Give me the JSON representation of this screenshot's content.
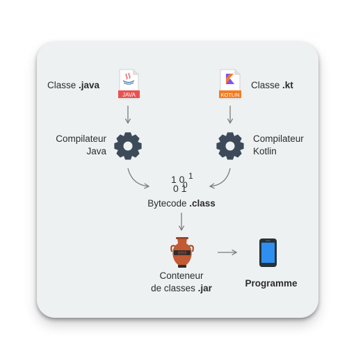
{
  "java_class": {
    "prefix": "Classe ",
    "ext": ".java",
    "icon": "java-file-icon",
    "badge": "JAVA"
  },
  "kotlin_class": {
    "prefix": "Classe ",
    "ext": ".kt",
    "icon": "kotlin-file-icon",
    "badge": "KOTLIN"
  },
  "java_compiler": {
    "line1": "Compilateur",
    "line2": "Java",
    "icon": "gear-icon"
  },
  "kotlin_compiler": {
    "line1": "Compilateur",
    "line2": "Kotlin",
    "icon": "gear-icon"
  },
  "bytecode": {
    "bits_top": "1 0",
    "bits_top_sup": "1",
    "bits_bottom": "0 1",
    "bits_bottom_sup": "0",
    "prefix": "Bytecode ",
    "ext": ".class"
  },
  "jar": {
    "line1": "Conteneur",
    "line2_prefix": "de classes ",
    "line2_ext": ".jar",
    "icon": "amphora-icon"
  },
  "program": {
    "label": "Programme",
    "icon": "smartphone-icon"
  },
  "colors": {
    "card_bg": "#eef1f2",
    "gear": "#3d4a5a",
    "arrow": "#7a7a7a",
    "java_red": "#e8524f",
    "kotlin_orange": "#f57c21",
    "kotlin_purple": "#7f52ff",
    "amphora": "#c25a33",
    "phone_blue": "#2f8ff0",
    "phone_frame": "#263238"
  }
}
